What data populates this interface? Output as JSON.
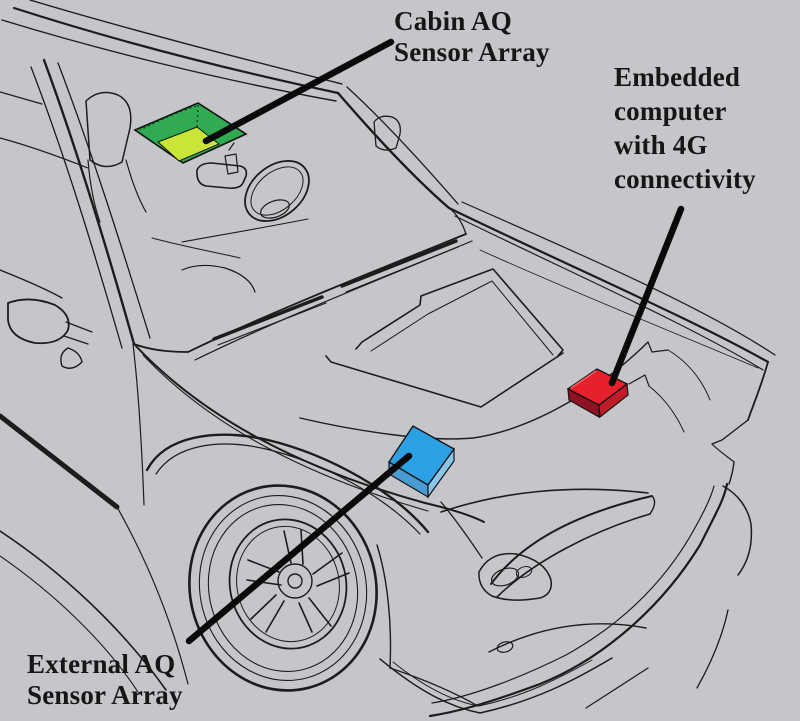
{
  "figure": {
    "background": "#c5c6c9",
    "line_color": "#1c1c1c",
    "leader_color": "#0a0a0a",
    "text_color": "#161616"
  },
  "labels": {
    "cabin": {
      "lines": [
        "Cabin AQ",
        "Sensor Array"
      ]
    },
    "embedded": {
      "lines": [
        "Embedded",
        "computer",
        "with 4G",
        "connectivity"
      ]
    },
    "external": {
      "lines": [
        "External AQ",
        "Sensor Array"
      ]
    }
  },
  "sensors": {
    "cabin": {
      "outer": "#31ab51",
      "inner": "#cbe438",
      "edge": "#101010"
    },
    "embedded": {
      "top": "#e6202d",
      "side": "#c11a29",
      "side_dark": "#8e1220",
      "highlight": "#f4626c",
      "edge": "#141414"
    },
    "external": {
      "top": "#2ba1e3",
      "front": "#4a9bd1",
      "side": "#8dc5ea",
      "edge": "#141414"
    }
  }
}
